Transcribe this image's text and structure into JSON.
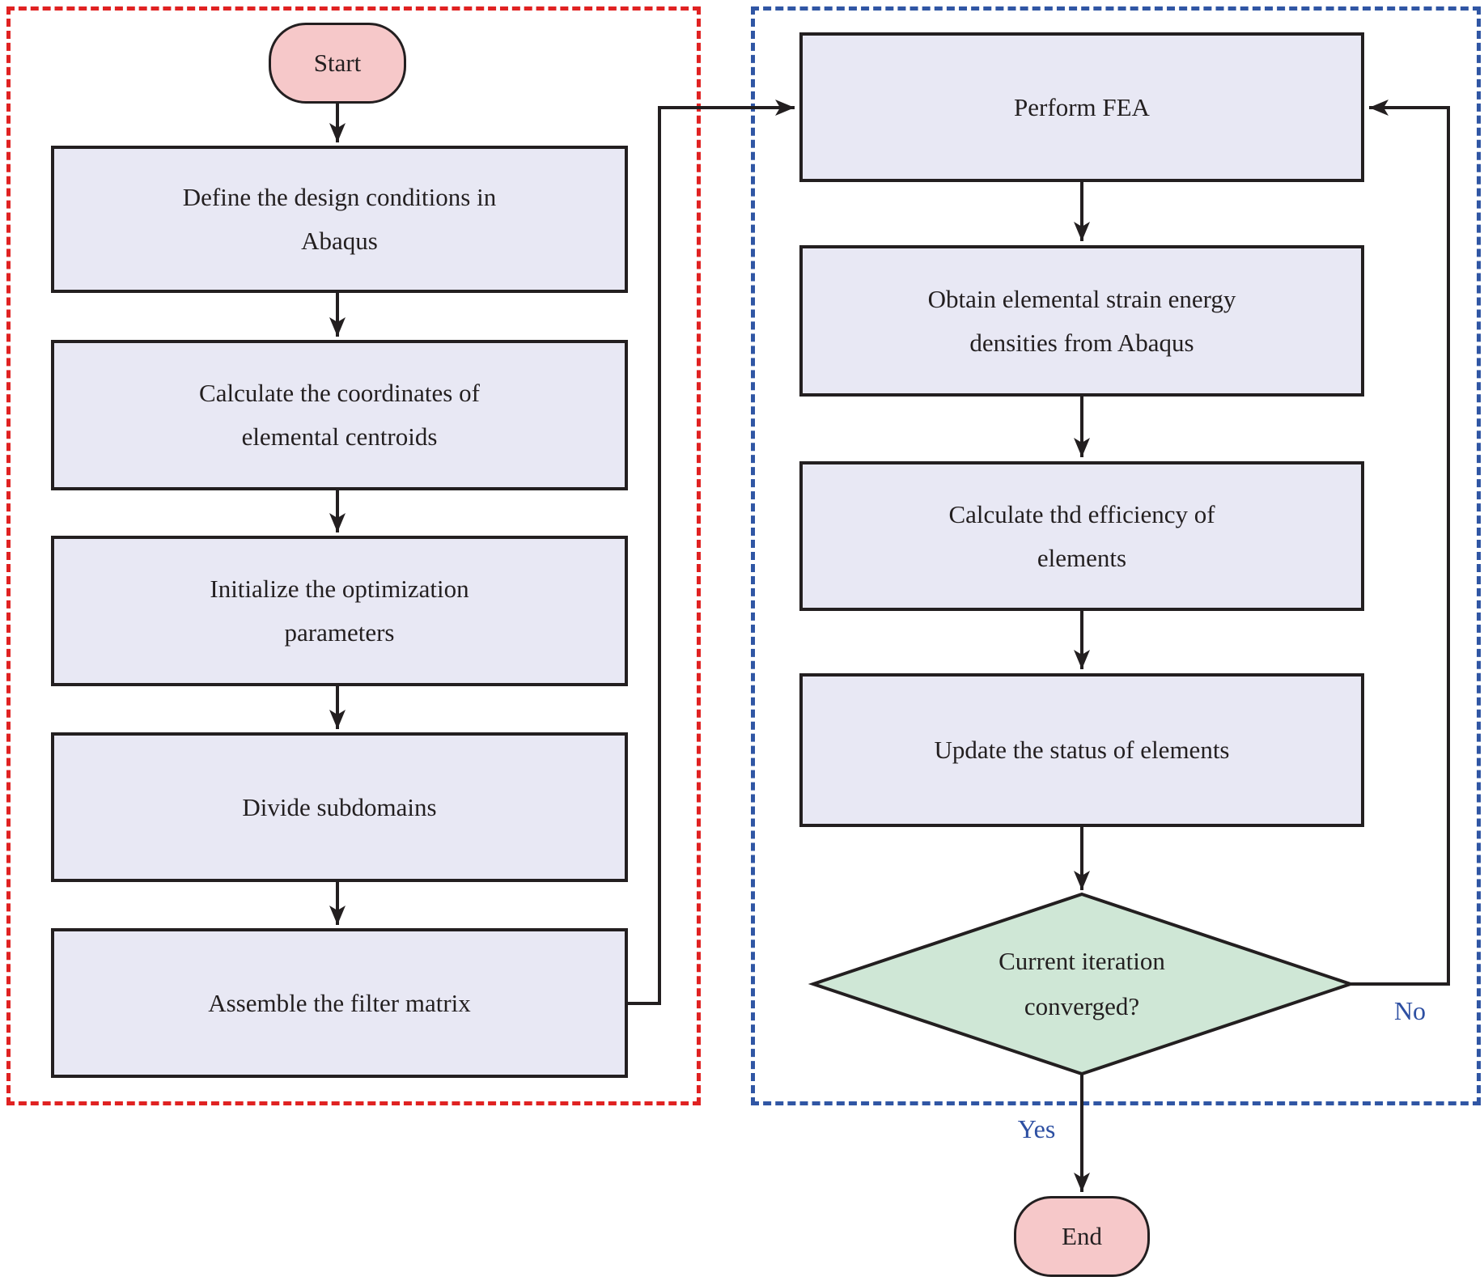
{
  "flowchart": {
    "groups": {
      "setup": {
        "border_color": "#e02222",
        "border_style": "dashed"
      },
      "iteration": {
        "border_color": "#3056a4",
        "border_style": "dashed"
      }
    },
    "nodes": {
      "start": {
        "label": "Start"
      },
      "define_conditions": {
        "lines": [
          "Define the design conditions in",
          "Abaqus"
        ]
      },
      "calc_centroids": {
        "lines": [
          "Calculate the coordinates of",
          "elemental centroids"
        ]
      },
      "init_params": {
        "lines": [
          "Initialize the optimization",
          "parameters"
        ]
      },
      "divide_subdomains": {
        "lines": [
          "Divide subdomains"
        ]
      },
      "assemble_filter": {
        "lines": [
          "Assemble the filter matrix"
        ]
      },
      "perform_fea": {
        "lines": [
          "Perform FEA"
        ]
      },
      "obtain_strain": {
        "lines": [
          "Obtain elemental strain energy",
          "densities from Abaqus"
        ]
      },
      "calc_efficiency": {
        "lines": [
          "Calculate thd efficiency of",
          "elements"
        ]
      },
      "update_status": {
        "lines": [
          "Update the status of elements"
        ]
      },
      "converged_decision": {
        "lines": [
          "Current iteration",
          "converged?"
        ]
      },
      "end": {
        "label": "End"
      }
    },
    "edge_labels": {
      "no": "No",
      "yes": "Yes"
    },
    "colors": {
      "process_fill": "#e8e8f4",
      "terminator_fill": "#f6c8c9",
      "decision_fill": "#cfe7d6",
      "line_color": "#231f20",
      "setup_border": "#e02222",
      "iteration_border": "#3056a4",
      "edge_label_blue": "#2d4fa2"
    }
  }
}
